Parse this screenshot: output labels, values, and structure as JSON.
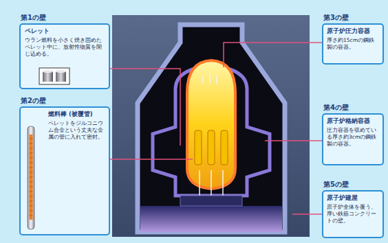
{
  "diagram": {
    "nodes": [
      {
        "text": [
          "第1の壁",
          "ペレット",
          "ウラン燃料を小さく焼き固めたペレット中に、放射性物質を閉じ込める。"
        ]
      },
      {
        "text": [
          "第2の壁",
          "燃料棒 (被覆管)",
          "ペレットをジルコニウム合金という丈夫な金属の管に入れて密封。"
        ]
      },
      {
        "text": [
          "第3の壁",
          "原子炉圧力容器",
          "厚さ約15cmの鋼鉄製の容器。"
        ]
      },
      {
        "text": [
          "第4の壁",
          "原子炉格納容器",
          "圧力容器を収めている厚さ約3cmの鋼鉄製の容器。"
        ]
      },
      {
        "text": [
          "第5の壁",
          "原子炉建屋",
          "原子炉全体を覆う、厚い鉄筋コンクリートの壁。"
        ]
      }
    ]
  }
}
